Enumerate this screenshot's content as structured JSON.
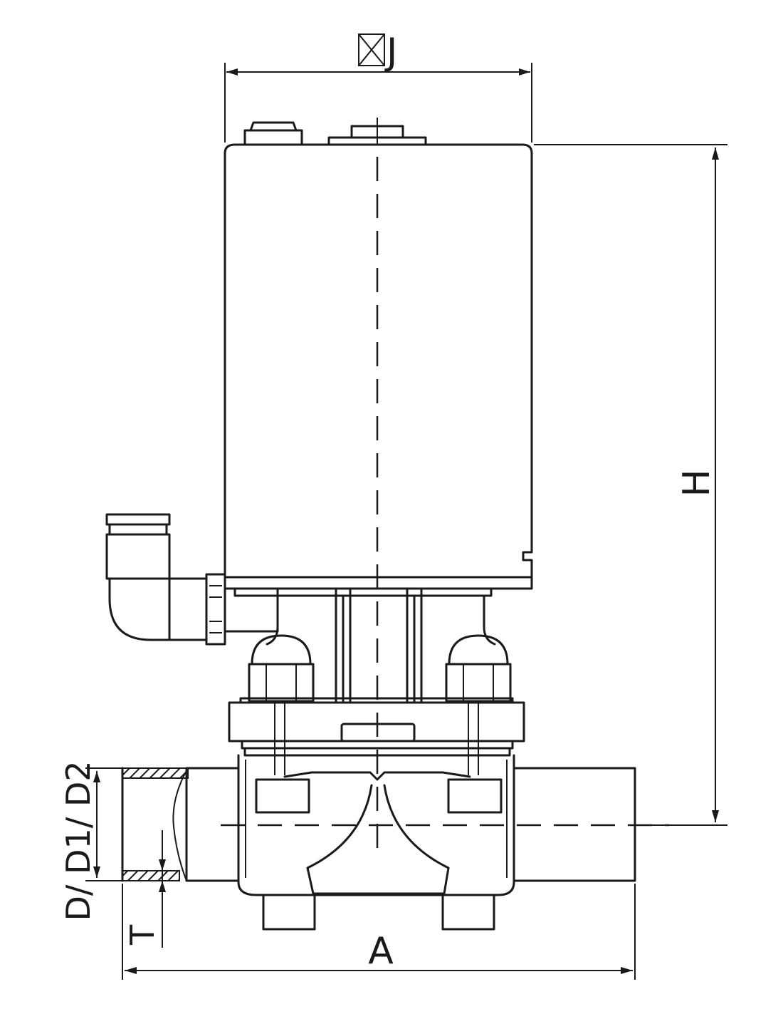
{
  "labels": {
    "width_square": "J",
    "height": "H",
    "length": "A",
    "pipe_diameter": "D/ D1/ D2",
    "wall_thickness": "T"
  }
}
